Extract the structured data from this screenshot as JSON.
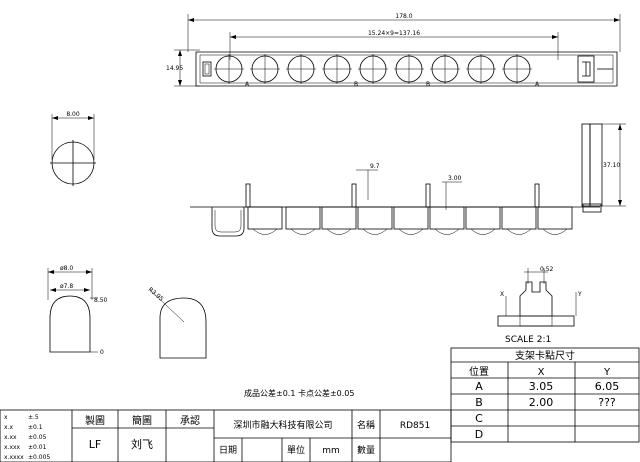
{
  "top_view": {
    "overall_length": "178.0",
    "pitch": "15.24×9=137.16",
    "height": "14.95",
    "letters": [
      "A",
      "B",
      "B",
      "A"
    ]
  },
  "left_view": {
    "width": "8.00"
  },
  "side_view": {
    "dim_a": "9.7",
    "dim_b": "3.00",
    "height": "37.10"
  },
  "lower_left": {
    "dia_outer": "ø8.0",
    "dia_inner": "ø7.8",
    "height": "8.50",
    "zero": "0"
  },
  "tilted_view": {
    "dim": "R3.95"
  },
  "detail": {
    "dim": "0.52",
    "label_x": "X",
    "label_y": "Y",
    "scale": "SCALE 2:1"
  },
  "tolerance_note": "成品公差±0.1 卡点公差±0.05",
  "table": {
    "title": "支架卡點尺寸",
    "headers": [
      "位置",
      "X",
      "Y"
    ],
    "rows": [
      {
        "pos": "A",
        "x": "3.05",
        "y": "6.05"
      },
      {
        "pos": "B",
        "x": "2.00",
        "y": "???"
      },
      {
        "pos": "C",
        "x": "",
        "y": ""
      },
      {
        "pos": "D",
        "x": "",
        "y": ""
      }
    ]
  },
  "title_block": {
    "tolerances": [
      {
        "k": "x",
        "v": "±.5"
      },
      {
        "k": "x.x",
        "v": "±0.1"
      },
      {
        "k": "x.xx",
        "v": "±0.05"
      },
      {
        "k": "x.xxx",
        "v": "±0.01"
      },
      {
        "k": "x.xxxx",
        "v": "±0.005"
      }
    ],
    "drawn_label": "製圖",
    "check_label": "簡圖",
    "approve_label": "承認",
    "drawn_value": "LF",
    "check_value": "刘飞",
    "company": "深圳市融大科技有限公司",
    "name_label": "名稱",
    "name_value": "RD851",
    "date_label": "日期",
    "unit_label": "單位",
    "unit_value": "mm",
    "qty_label": "數量"
  }
}
